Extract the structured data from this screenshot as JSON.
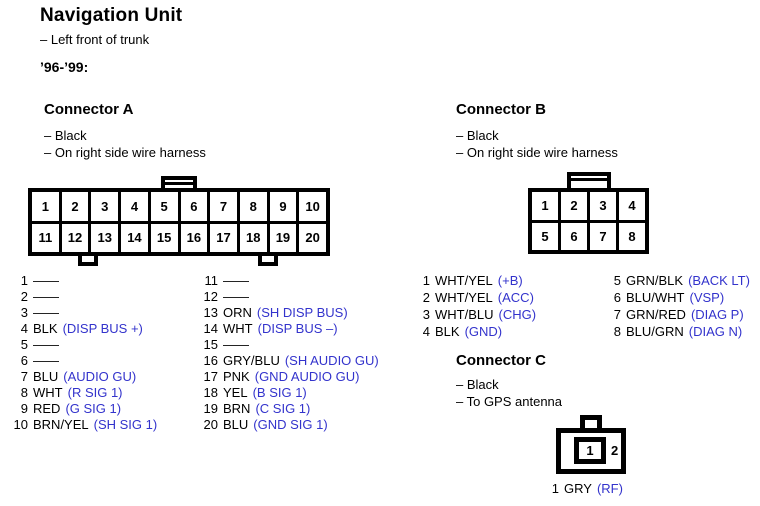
{
  "header": {
    "title": "Navigation Unit",
    "location": "– Left front of trunk",
    "years": "’96-’99:"
  },
  "colors": {
    "signal_blue": "#3333cc",
    "ink": "#000000",
    "background": "#ffffff"
  },
  "connector_a": {
    "heading": "Connector A",
    "notes": [
      "– Black",
      "– On right side wire harness"
    ],
    "diagram": [
      "1",
      "2",
      "3",
      "4",
      "5",
      "6",
      "7",
      "8",
      "9",
      "10",
      "11",
      "12",
      "13",
      "14",
      "15",
      "16",
      "17",
      "18",
      "19",
      "20"
    ],
    "pins": [
      {
        "num": "1",
        "color": "——",
        "signal": ""
      },
      {
        "num": "2",
        "color": "——",
        "signal": ""
      },
      {
        "num": "3",
        "color": "——",
        "signal": ""
      },
      {
        "num": "4",
        "color": "BLK",
        "signal": "(DISP BUS +)"
      },
      {
        "num": "5",
        "color": "——",
        "signal": ""
      },
      {
        "num": "6",
        "color": "——",
        "signal": ""
      },
      {
        "num": "7",
        "color": "BLU",
        "signal": "(AUDIO GU)"
      },
      {
        "num": "8",
        "color": "WHT",
        "signal": "(R SIG 1)"
      },
      {
        "num": "9",
        "color": "RED",
        "signal": "(G SIG 1)"
      },
      {
        "num": "10",
        "color": "BRN/YEL",
        "signal": "(SH SIG 1)"
      },
      {
        "num": "11",
        "color": "——",
        "signal": ""
      },
      {
        "num": "12",
        "color": "——",
        "signal": ""
      },
      {
        "num": "13",
        "color": "ORN",
        "signal": "(SH DISP BUS)"
      },
      {
        "num": "14",
        "color": "WHT",
        "signal": "(DISP BUS –)"
      },
      {
        "num": "15",
        "color": "——",
        "signal": ""
      },
      {
        "num": "16",
        "color": "GRY/BLU",
        "signal": "(SH AUDIO GU)"
      },
      {
        "num": "17",
        "color": "PNK",
        "signal": "(GND AUDIO GU)"
      },
      {
        "num": "18",
        "color": "YEL",
        "signal": "(B SIG 1)"
      },
      {
        "num": "19",
        "color": "BRN",
        "signal": "(C SIG 1)"
      },
      {
        "num": "20",
        "color": "BLU",
        "signal": "(GND SIG 1)"
      }
    ]
  },
  "connector_b": {
    "heading": "Connector B",
    "notes": [
      "– Black",
      "– On right side wire harness"
    ],
    "diagram": [
      "1",
      "2",
      "3",
      "4",
      "5",
      "6",
      "7",
      "8"
    ],
    "pins": [
      {
        "num": "1",
        "color": "WHT/YEL",
        "signal": "(+B)"
      },
      {
        "num": "2",
        "color": "WHT/YEL",
        "signal": "(ACC)"
      },
      {
        "num": "3",
        "color": "WHT/BLU",
        "signal": "(CHG)"
      },
      {
        "num": "4",
        "color": "BLK",
        "signal": "(GND)"
      },
      {
        "num": "5",
        "color": "GRN/BLK",
        "signal": "(BACK LT)"
      },
      {
        "num": "6",
        "color": "BLU/WHT",
        "signal": "(VSP)"
      },
      {
        "num": "7",
        "color": "GRN/RED",
        "signal": "(DIAG P)"
      },
      {
        "num": "8",
        "color": "BLU/GRN",
        "signal": "(DIAG N)"
      }
    ]
  },
  "connector_c": {
    "heading": "Connector C",
    "notes": [
      "– Black",
      "– To GPS antenna"
    ],
    "diagram": [
      "1",
      "2"
    ],
    "caption": {
      "num": "1",
      "color": "GRY",
      "signal": "(RF)"
    }
  }
}
